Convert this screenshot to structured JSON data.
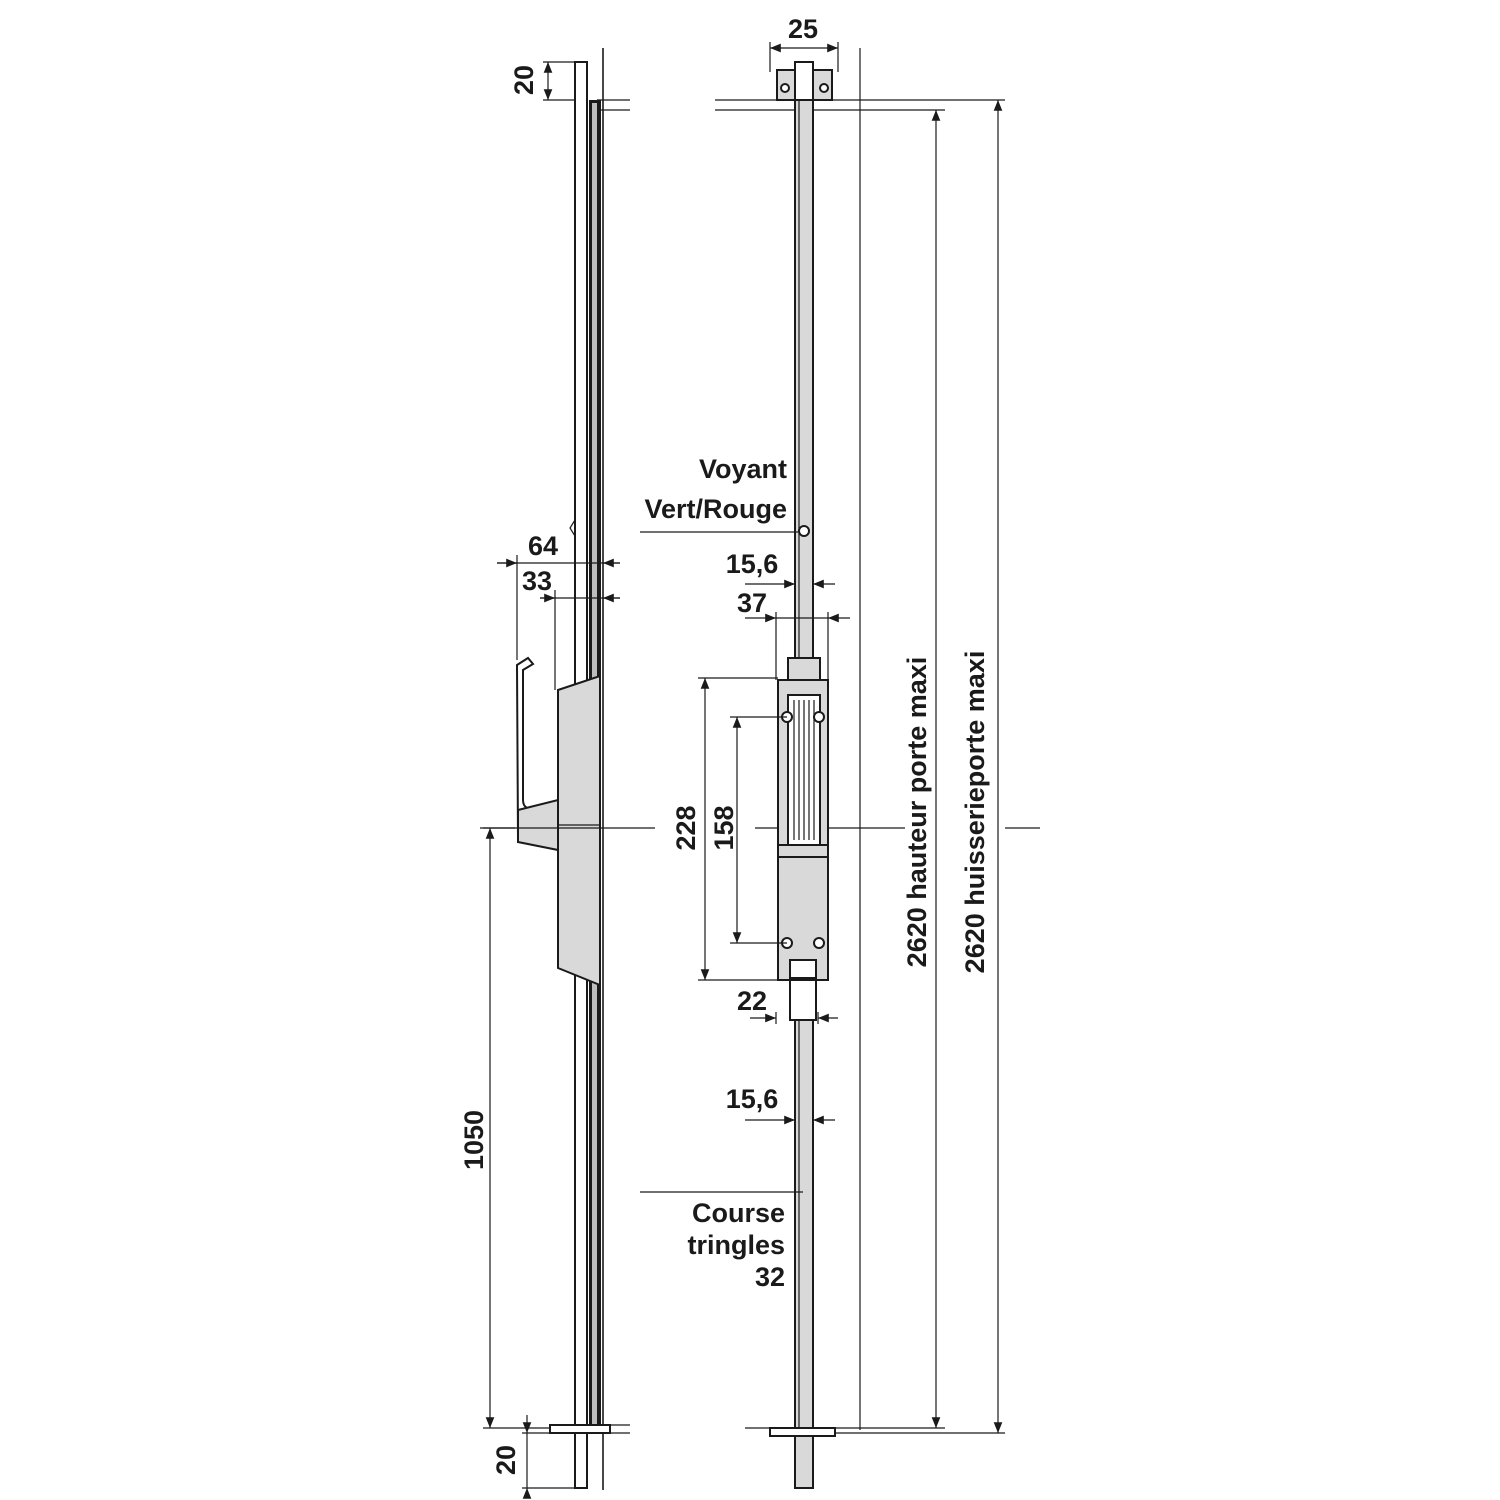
{
  "side_view": {
    "dim_top": "20",
    "dim_width_total": "64",
    "dim_width_inner": "33",
    "dim_handle_height": "1050",
    "dim_bottom": "20"
  },
  "front_view": {
    "dim_top_width": "25",
    "indicator_label_1": "Voyant",
    "indicator_label_2": "Vert/Rouge",
    "dim_rod_upper": "15,6",
    "dim_case_width": "37",
    "dim_case_height": "228",
    "dim_fixing_spacing": "158",
    "dim_lower_width": "22",
    "dim_rod_lower": "15,6",
    "stroke_label_1": "Course",
    "stroke_label_2": "tringles",
    "stroke_label_3": "32",
    "dim_door_height": "2620 hauteur porte maxi",
    "dim_frame_height": "2620 huisserieporte maxi"
  }
}
